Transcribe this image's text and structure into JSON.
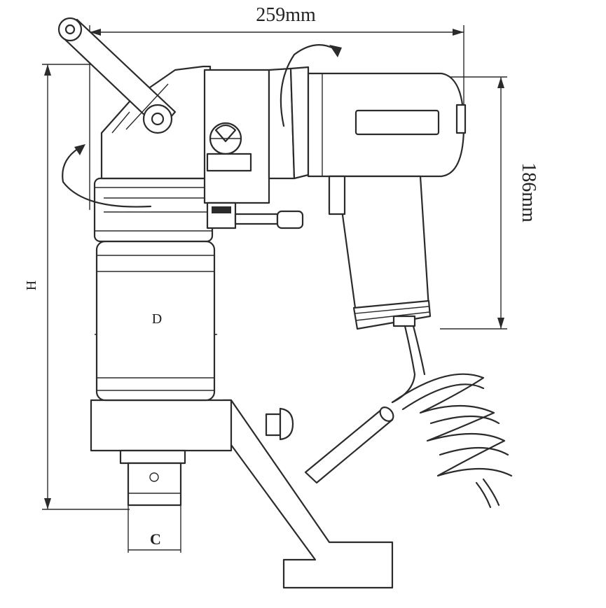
{
  "dimensions": {
    "width_label": "259mm",
    "height_label": "186mm",
    "total_height_symbol": "H",
    "diameter_symbol": "D",
    "square_drive_symbol": "C"
  },
  "colors": {
    "line": "#2b2b2b",
    "background": "#ffffff"
  }
}
